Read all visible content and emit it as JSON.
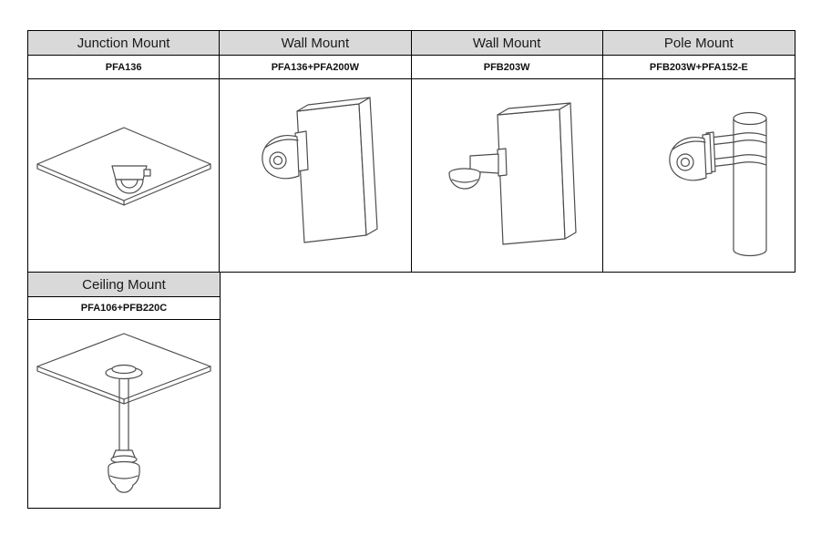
{
  "colors": {
    "header_bg": "#d9d9d9",
    "border": "#000000",
    "line_art": "#4d4d4d"
  },
  "mounts": {
    "row1": [
      {
        "title": "Junction Mount",
        "model": "PFA136"
      },
      {
        "title": "Wall Mount",
        "model": "PFA136+PFA200W"
      },
      {
        "title": "Wall Mount",
        "model": "PFB203W"
      },
      {
        "title": "Pole Mount",
        "model": "PFB203W+PFA152-E"
      }
    ],
    "row2": [
      {
        "title": "Ceiling Mount",
        "model": "PFA106+PFB220C"
      }
    ]
  }
}
